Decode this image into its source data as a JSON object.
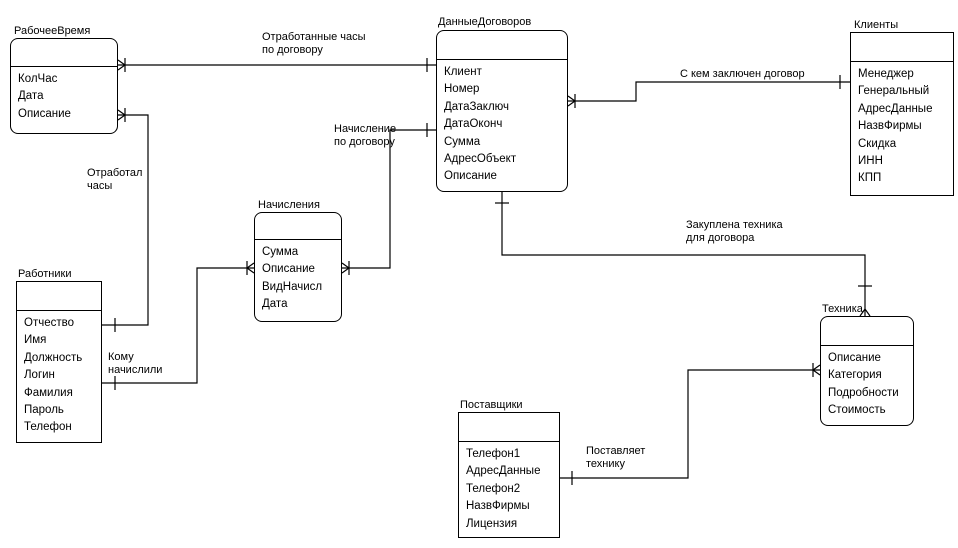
{
  "entities": {
    "rabocheevremya": {
      "title": "РабочееВремя",
      "attributes": [
        "КолЧас",
        "Дата",
        "Описание"
      ]
    },
    "dannyedogovorov": {
      "title": "ДанныеДоговоров",
      "attributes": [
        "Клиент",
        "Номер",
        "ДатаЗаключ",
        "ДатаОконч",
        "Сумма",
        "АдресОбъект",
        "Описание"
      ]
    },
    "klienty": {
      "title": "Клиенты",
      "attributes": [
        "Менеджер",
        "Генеральный",
        "АдресДанные",
        "НазвФирмы",
        "Скидка",
        "ИНН",
        "КПП"
      ]
    },
    "nachisleniya": {
      "title": "Начисления",
      "attributes": [
        "Сумма",
        "Описание",
        "ВидНачисл",
        "Дата"
      ]
    },
    "rabotniki": {
      "title": "Работники",
      "attributes": [
        "Отчество",
        "Имя",
        "Должность",
        "Логин",
        "Фамилия",
        "Пароль",
        "Телефон"
      ]
    },
    "tekhnika": {
      "title": "Техника",
      "attributes": [
        "Описание",
        "Категория",
        "Подробности",
        "Стоимость"
      ]
    },
    "postavshchiki": {
      "title": "Поставщики",
      "attributes": [
        "Телефон1",
        "АдресДанные",
        "Телефон2",
        "НазвФирмы",
        "Лицензия"
      ]
    }
  },
  "relationships": {
    "hours_by_contract": "Отработанные часы\nпо договору",
    "with_whom_contract": "С кем заключен договор",
    "accrual_by_contract": "Начисление\nпо договору",
    "worked_hours": "Отработал\nчасы",
    "purchased_equipment": "Закуплена техника\nдля договора",
    "whom_accrued": "Кому\nначислили",
    "supplies_equipment": "Поставляет\nтехнику"
  }
}
